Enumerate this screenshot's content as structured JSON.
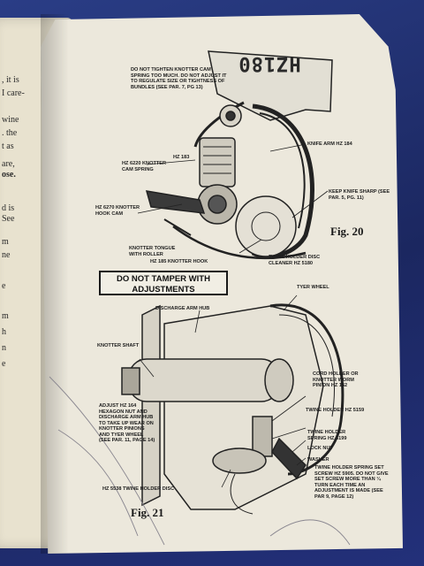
{
  "left_page": {
    "lines": [
      {
        "text": ", it is",
        "bold": false
      },
      {
        "text": "I care-",
        "bold": false
      },
      {
        "text": "wine",
        "bold": false
      },
      {
        "text": ". the",
        "bold": false
      },
      {
        "text": "t as",
        "bold": false
      },
      {
        "text": "are,",
        "bold": false
      },
      {
        "text": "ose.",
        "bold": true
      },
      {
        "text": "d is",
        "bold": false
      },
      {
        "text": "See",
        "bold": false
      },
      {
        "text": "m",
        "bold": false
      },
      {
        "text": "ne",
        "bold": false
      },
      {
        "text": "e",
        "bold": false
      },
      {
        "text": "m",
        "bold": false
      },
      {
        "text": "h",
        "bold": false
      },
      {
        "text": "n",
        "bold": false
      },
      {
        "text": "e",
        "bold": false
      }
    ]
  },
  "figure20": {
    "logo_text": "HZ180",
    "caption": "Fig. 20",
    "labels": {
      "tighten": "DO NOT TIGHTEN KNOTTER CAM SPRING TOO MUCH. DO NOT ADJUST IT TO REGULATE SIZE OR TIGHTNESS OF BUNDLES (SEE PAR. 7, PG 13)",
      "knife_arm": "KNIFE ARM HZ 184",
      "hz183": "HZ 183",
      "cam_spring": "HZ 6220 KNOTTER CAM SPRING",
      "hook_cam": "HZ 6270 KNOTTER HOOK CAM",
      "keep_sharp": "KEEP KNIFE SHARP (SEE PAR. 5, PG. 11)",
      "tongue": "KNOTTER TONGUE WITH ROLLER",
      "hook": "HZ 185 KNOTTER HOOK",
      "twine_disc_cleaner": "TWINE HOLDER DISC CLEANER HZ 5180"
    }
  },
  "warning_box": "DO NOT TAMPER WITH ADJUSTMENTS",
  "figure21": {
    "caption": "Fig. 21",
    "labels": {
      "discharge_hub": "DISCHARGE ARM HUB",
      "tyer_wheel": "TYER WHEEL",
      "knotter_shaft": "KNOTTER SHAFT",
      "adjust_nut": "ADJUST HZ 164 HEXAGON NUT AND DISCHARGE ARM HUB TO TAKE UP WEAR ON KNOTTER PINIONS AND TYER WHEEL (SEE PAR. 11, PAGE 14)",
      "cord_holder": "CORD HOLDER OR KNOTTER WORM PINION HZ 162",
      "twine_holder": "TWINE HOLDER HZ 5159",
      "twine_spring": "TWINE HOLDER SPRING HZ 6199",
      "lock_nut": "LOCK NUT",
      "washer": "WASHER",
      "set_screw": "TWINE HOLDER SPRING SET SCREW HZ 5905. DO NOT GIVE SET SCREW MORE THAN ¼ TURN EACH TIME AN ADJUSTMENT IS MADE (SEE PAR 9, PAGE 12)",
      "disc": "HZ 5538 TWINE HOLDER DISC"
    }
  },
  "colors": {
    "background": "#1c2a66",
    "paper": "#ece8dc",
    "ink": "#1d1d1d"
  }
}
